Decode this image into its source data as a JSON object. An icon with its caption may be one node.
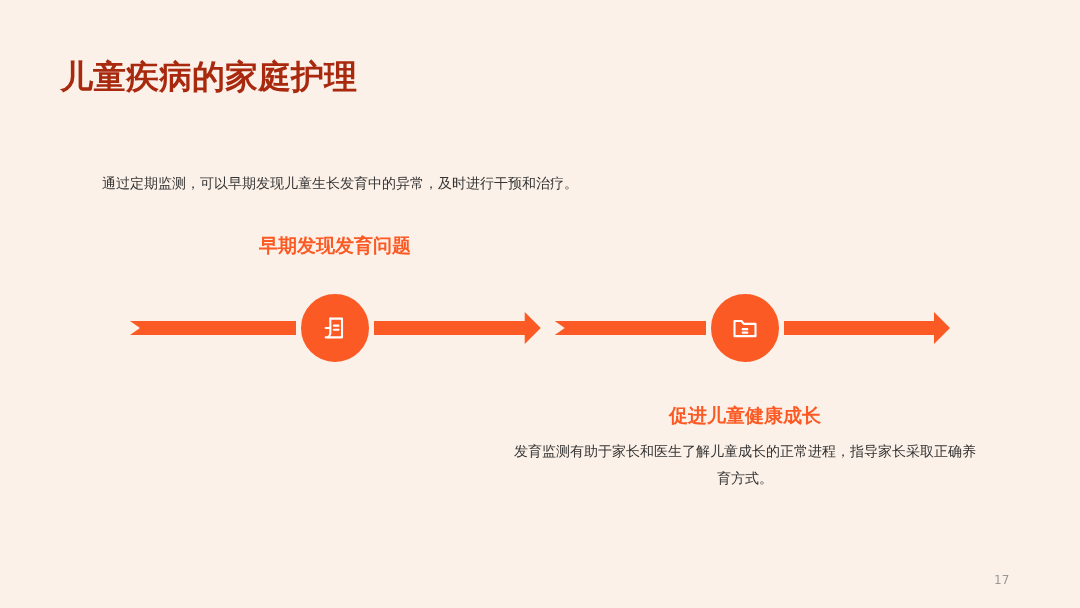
{
  "diagram": {
    "title": "儿童疾病的家庭护理",
    "nodes": [
      {
        "text": [],
        "shape": "circle",
        "beside": [
          "早期发现发育问题",
          "通过定期监测，可以早期发现儿童生长发育中的异常，及时进行干预和治疗。"
        ]
      },
      {
        "text": [],
        "shape": "circle",
        "beside": [
          "促进儿童健康成长",
          "发育监测有助于家长和医生了解儿童成长的正常进程，指导家长采取正确养育方式。"
        ]
      }
    ],
    "edges": [
      {
        "from": null,
        "to": 0,
        "arrow": "none"
      },
      {
        "from": 0,
        "to": 1,
        "arrow": "to"
      },
      {
        "from": 1,
        "to": null,
        "arrow": "to"
      }
    ],
    "labels": [
      "17"
    ]
  }
}
